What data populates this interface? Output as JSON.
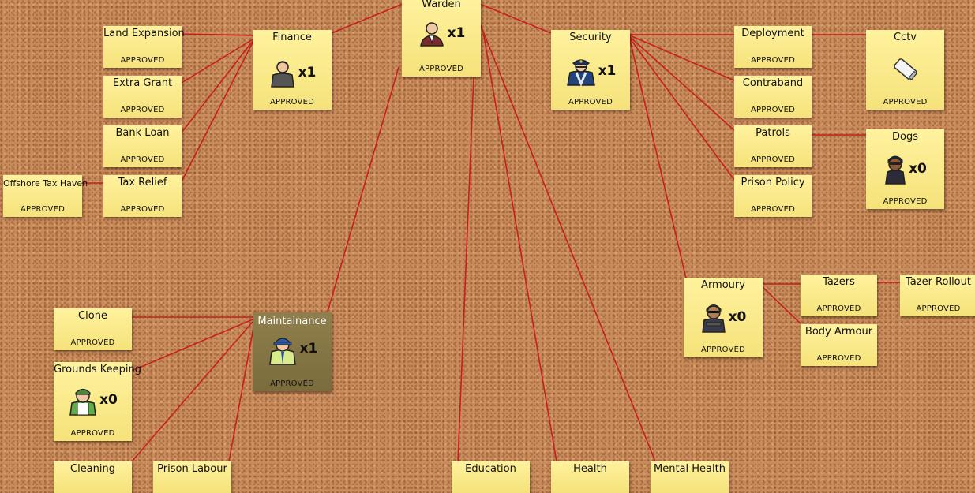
{
  "nodes": {
    "warden": {
      "title": "Warden",
      "status": "APPROVED",
      "count": "x1",
      "icon": "warden-icon"
    },
    "finance": {
      "title": "Finance",
      "status": "APPROVED",
      "count": "x1",
      "icon": "accountant-icon"
    },
    "security": {
      "title": "Security",
      "status": "APPROVED",
      "count": "x1",
      "icon": "guard-icon"
    },
    "maintainance": {
      "title": "Maintainance",
      "status": "APPROVED",
      "count": "x1",
      "icon": "foreman-icon"
    },
    "land_expansion": {
      "title": "Land Expansion",
      "status": "APPROVED"
    },
    "extra_grant": {
      "title": "Extra Grant",
      "status": "APPROVED"
    },
    "bank_loan": {
      "title": "Bank Loan",
      "status": "APPROVED"
    },
    "tax_relief": {
      "title": "Tax Relief",
      "status": "APPROVED"
    },
    "offshore_tax_haven": {
      "title": "Offshore Tax Haven",
      "status": "APPROVED"
    },
    "deployment": {
      "title": "Deployment",
      "status": "APPROVED"
    },
    "contraband": {
      "title": "Contraband",
      "status": "APPROVED"
    },
    "patrols": {
      "title": "Patrols",
      "status": "APPROVED"
    },
    "prison_policy": {
      "title": "Prison Policy",
      "status": "APPROVED"
    },
    "cctv": {
      "title": "Cctv",
      "status": "APPROVED",
      "icon": "cctv-camera-icon"
    },
    "dogs": {
      "title": "Dogs",
      "status": "APPROVED",
      "count": "x0",
      "icon": "dog-handler-icon"
    },
    "armoury": {
      "title": "Armoury",
      "status": "APPROVED",
      "count": "x0",
      "icon": "armed-guard-icon"
    },
    "tazers": {
      "title": "Tazers",
      "status": "APPROVED"
    },
    "tazer_rollout": {
      "title": "Tazer Rollout",
      "status": "APPROVED"
    },
    "body_armour": {
      "title": "Body Armour",
      "status": "APPROVED"
    },
    "clone": {
      "title": "Clone",
      "status": "APPROVED"
    },
    "grounds_keeping": {
      "title": "Grounds Keeping",
      "status": "APPROVED",
      "count": "x0",
      "icon": "gardener-icon"
    },
    "cleaning": {
      "title": "Cleaning"
    },
    "prison_labour": {
      "title": "Prison Labour"
    },
    "education": {
      "title": "Education"
    },
    "health": {
      "title": "Health"
    },
    "mental_health": {
      "title": "Mental Health"
    }
  }
}
